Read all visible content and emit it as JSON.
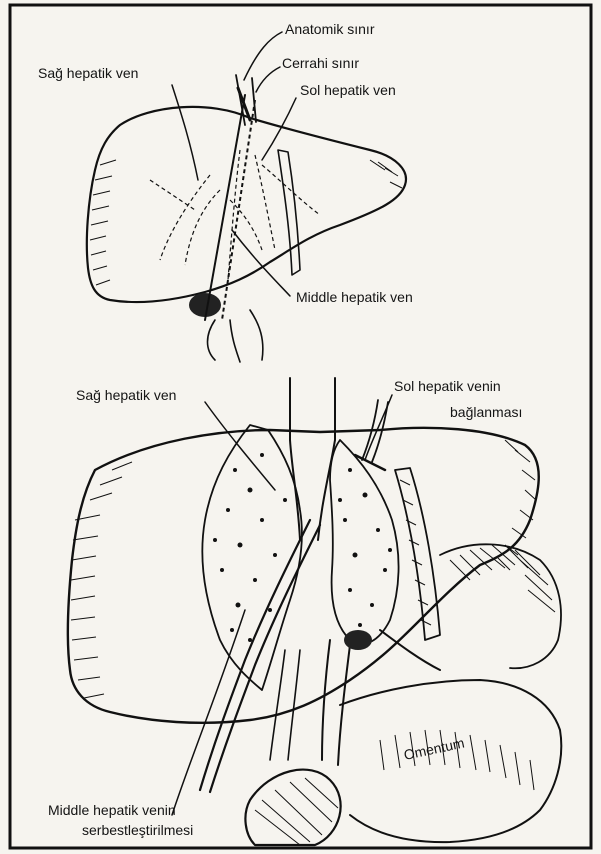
{
  "labels": {
    "anatomic_border": "Anatomik sınır",
    "surgical_border": "Cerrahi sınır",
    "right_hepatic_vein_top": "Sağ hepatik ven",
    "left_hepatic_vein_top": "Sol hepatik ven",
    "middle_hepatic_vein_top": "Middle hepatik ven",
    "right_hepatic_vein_bottom": "Sağ hepatik ven",
    "left_hepatic_vein_ligation_line1": "Sol hepatik venin",
    "left_hepatic_vein_ligation_line2": "bağlanması",
    "omentum": "Omentum",
    "middle_hepatic_vein_release_line1": "Middle hepatik venin",
    "middle_hepatic_vein_release_line2": "serbestleştirilmesi"
  },
  "colors": {
    "ink": "#111111",
    "paper": "#f6f4ef"
  }
}
